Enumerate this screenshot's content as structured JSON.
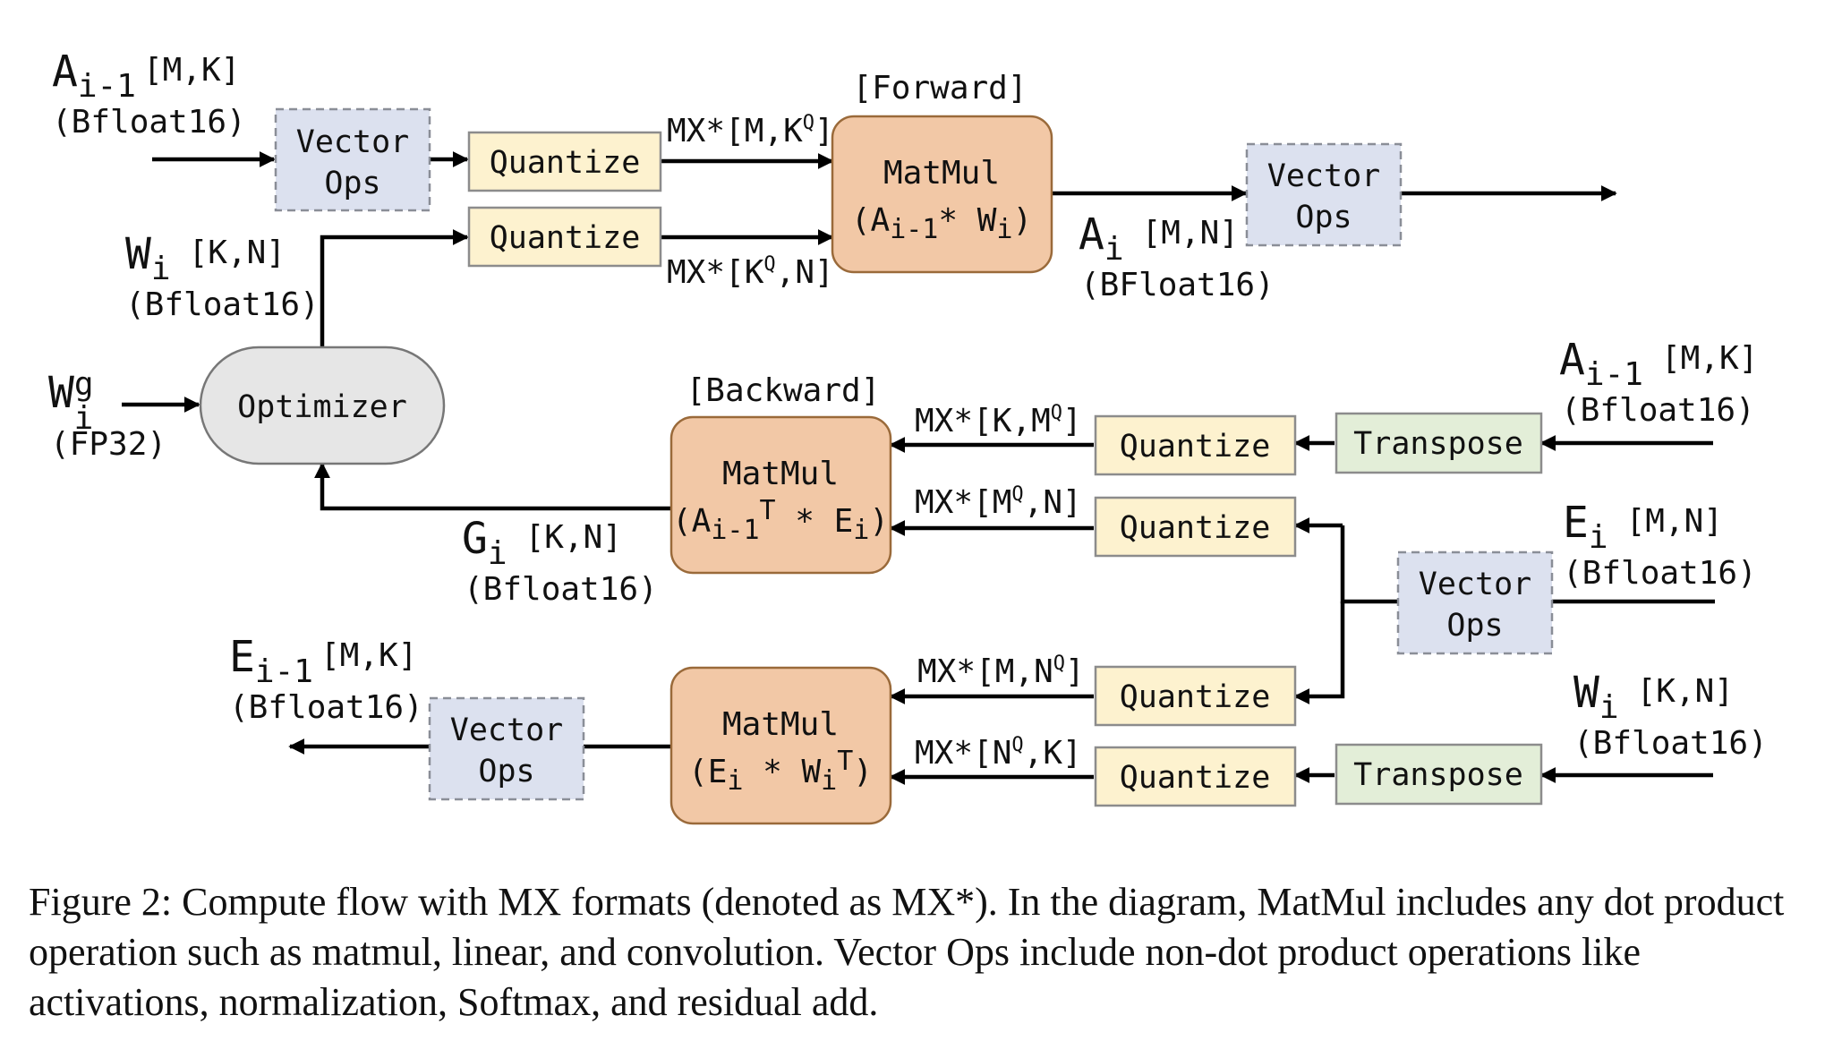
{
  "labels": {
    "forward": "[Forward]",
    "backward": "[Backward]"
  },
  "boxes": {
    "vector_ops_line1": "Vector",
    "vector_ops_line2": "Ops",
    "quantize": "Quantize",
    "transpose": "Transpose",
    "optimizer": "Optimizer",
    "matmul": "MatMul"
  },
  "shapes": {
    "mk": "[M,K]",
    "kn": "[K,N]",
    "mn": "[M,N]"
  },
  "types": {
    "bf16": "(Bfloat16)",
    "bf16_cap": "(BFloat16)",
    "fp32": "(FP32)"
  },
  "symbols": {
    "A": "A",
    "W": "W",
    "E": "E",
    "G": "G",
    "sub_i": "i",
    "sub_im1": "i-1",
    "sup_g": "g",
    "sup_T": "T",
    "sup_Q": "Q"
  },
  "mx": {
    "prefix": "MX*[",
    "M": "M",
    "K": "K",
    "N": "N",
    "comma": ",",
    "close": "]"
  },
  "matmul_exprs": {
    "open": "(",
    "close": ")",
    "star_sp": "* ",
    "sp_star_sp": " * "
  },
  "caption": "Figure 2: Compute flow with MX formats (denoted as MX*). In the diagram, MatMul includes any dot product operation such as matmul, linear, and convolution. Vector Ops include non-dot product operations like activations, normalization, Softmax, and residual add.",
  "colors": {
    "vector_fill": "#DCE1EF",
    "vector_stroke": "#8A8E97",
    "quantize_fill": "#FDF2CF",
    "quantize_stroke": "#8C8C8C",
    "transpose_fill": "#E3EED8",
    "transpose_stroke": "#8C8C8C",
    "matmul_fill": "#F2C8A6",
    "matmul_stroke": "#9A6A3A",
    "optimizer_fill": "#E6E6E6",
    "optimizer_stroke": "#777777"
  }
}
